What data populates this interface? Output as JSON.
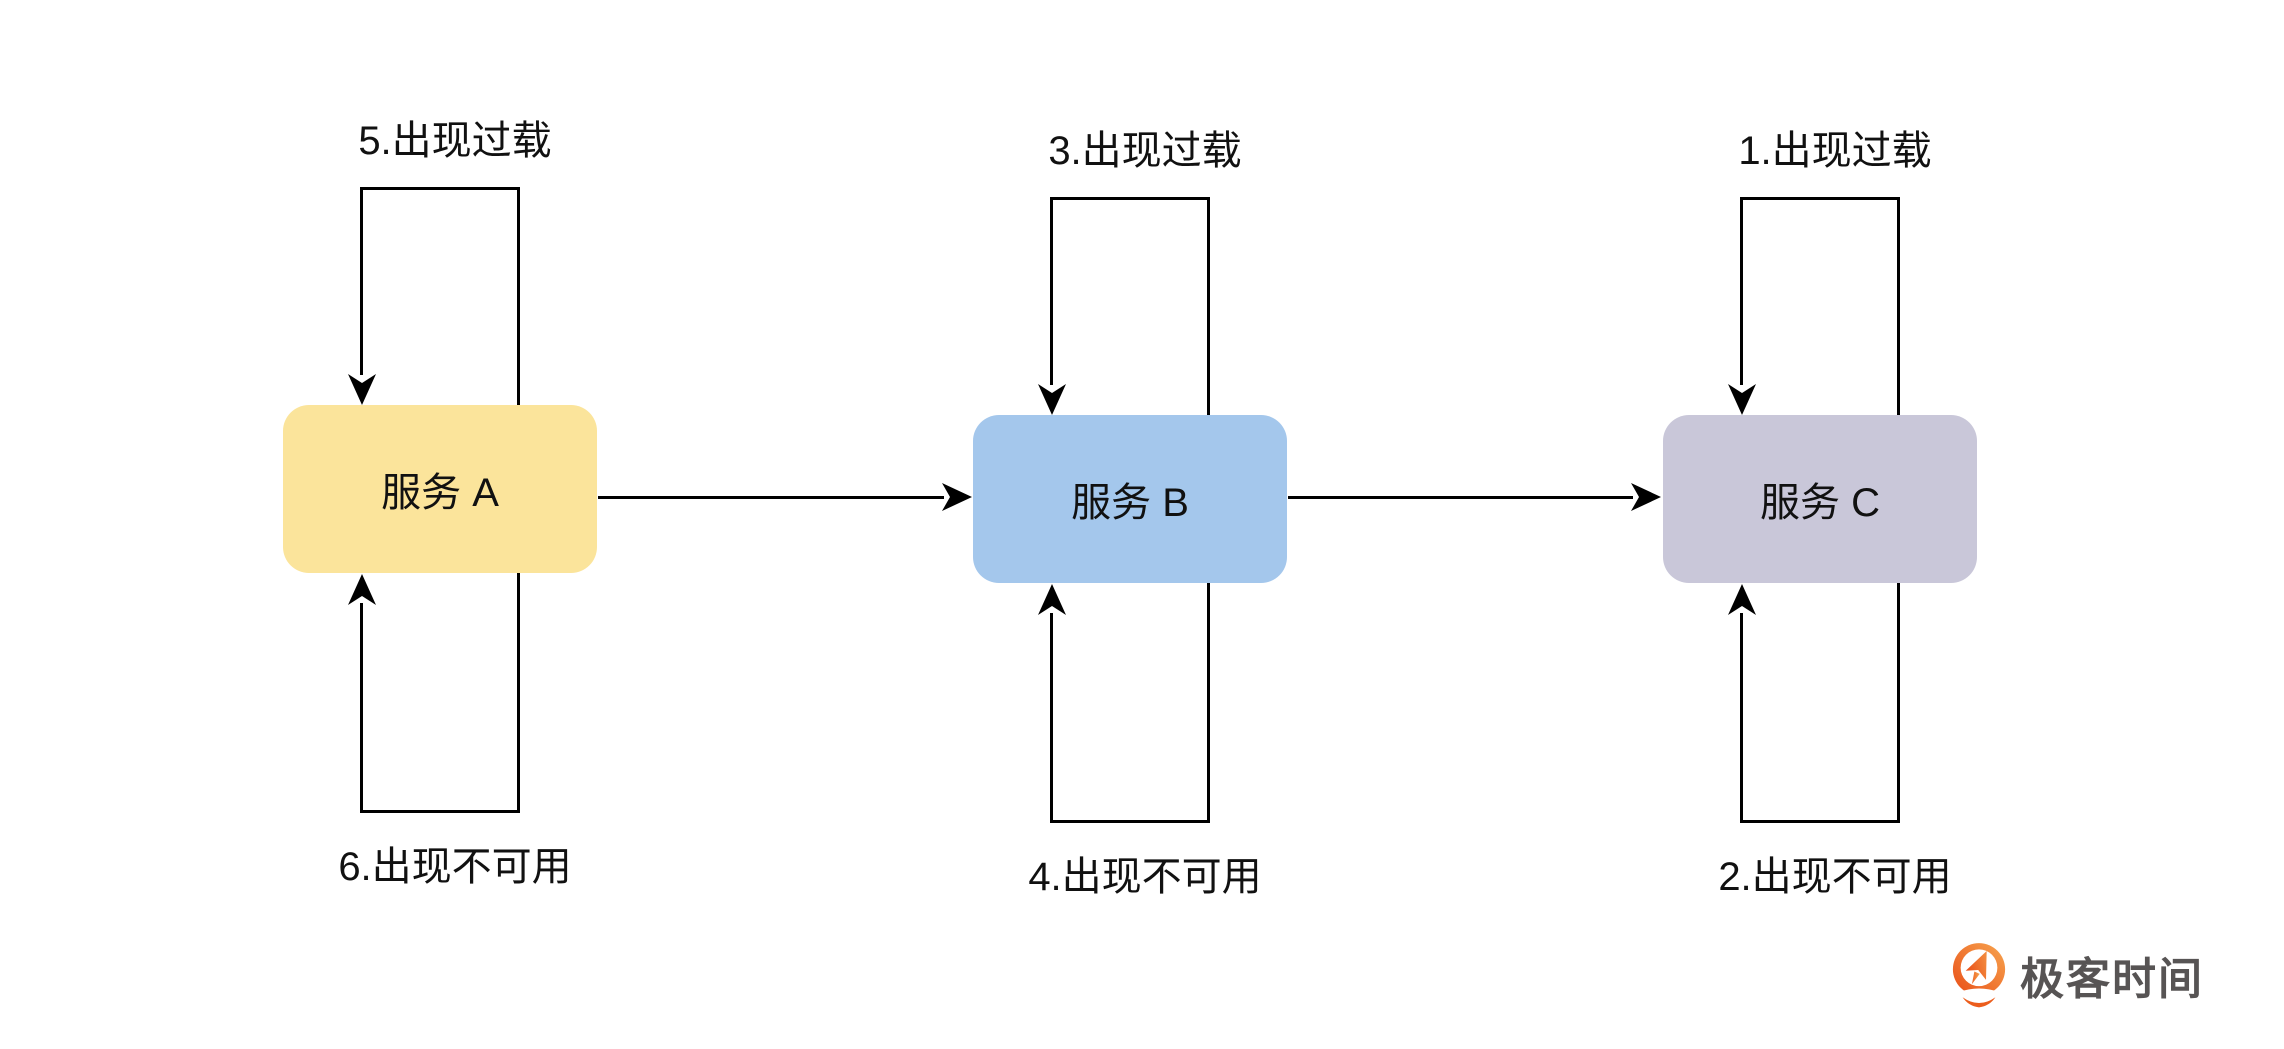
{
  "diagram": {
    "line_color": "#000000",
    "text_color": "#111111",
    "services": [
      {
        "name": "服务 A",
        "color": "#FBE49B",
        "overload_label": "5.出现过载",
        "unavailable_label": "6.出现不可用"
      },
      {
        "name": "服务 B",
        "color": "#A4C7EC",
        "overload_label": "3.出现过载",
        "unavailable_label": "4.出现不可用"
      },
      {
        "name": "服务 C",
        "color": "#C9C7D9",
        "overload_label": "1.出现过载",
        "unavailable_label": "2.出现不可用"
      }
    ],
    "connectors": [
      {
        "from": "服务 A",
        "to": "服务 B"
      },
      {
        "from": "服务 B",
        "to": "服务 C"
      }
    ]
  },
  "logo": {
    "text": "极客时间",
    "brand_color": "#EE6A24",
    "text_color": "#575454"
  }
}
